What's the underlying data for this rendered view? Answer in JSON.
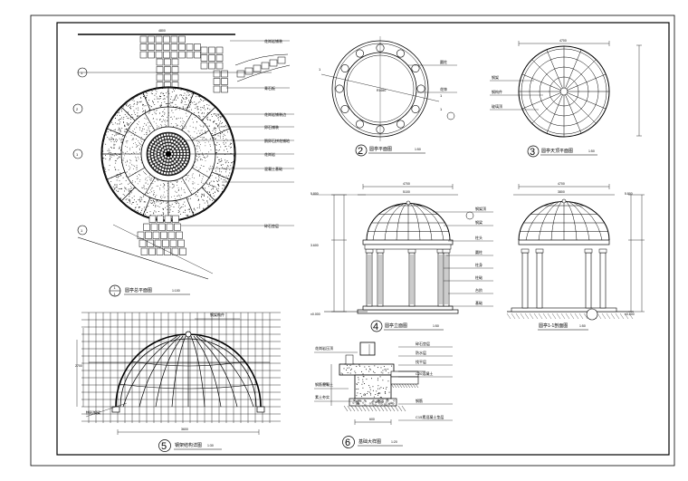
{
  "sheet": {
    "border_color": "#000000",
    "paper": "#ffffff"
  },
  "plan": {
    "marker_numbers": [
      "1",
      "2",
      "1",
      "1"
    ],
    "caption_number": "1",
    "caption_sub": "1",
    "caption_text": "圆亭总平面图",
    "scale": "1:100",
    "leaders": [
      "花岗岩铺装",
      "青石板",
      "花岗岩铺装边",
      "卵石铺装",
      "鹅卵石拼花铺地",
      "花岗岩",
      "混凝土基础",
      "碎石垫层"
    ]
  },
  "top_plan": {
    "number": "2",
    "title": "圆亭平面图",
    "scale": "1:50",
    "leaders": [
      "圆柱",
      "花钵"
    ]
  },
  "roof_plan": {
    "number": "3",
    "title": "圆亭天顶平面图",
    "scale": "1:50",
    "leaders": [
      "钢架",
      "钢构件",
      "玻璃顶"
    ]
  },
  "elevation": {
    "number": "4",
    "title": "圆亭立面图",
    "scale": "1:50",
    "section_title": "圆亭1-1剖面图",
    "leaders": [
      "钢架顶",
      "钢梁",
      "柱头",
      "圆柱",
      "柱身",
      "柱础",
      "台阶",
      "基础"
    ],
    "levels": [
      "±0.000",
      "3.600",
      "5.800"
    ]
  },
  "dome_detail": {
    "number": "5",
    "title": "钢架结构详图",
    "scale": "1:30",
    "leaders": [
      "钢架构件",
      "拱形钢梁"
    ]
  },
  "foundation": {
    "number": "6",
    "title": "基础大样图",
    "scale": "1:20",
    "leaders": [
      "花岗岩压顶",
      "钢筋混凝土",
      "素土夯实",
      "碎石垫层",
      "防水层",
      "找平层",
      "C20混凝土",
      "钢筋",
      "C15素混凝土垫层"
    ]
  }
}
